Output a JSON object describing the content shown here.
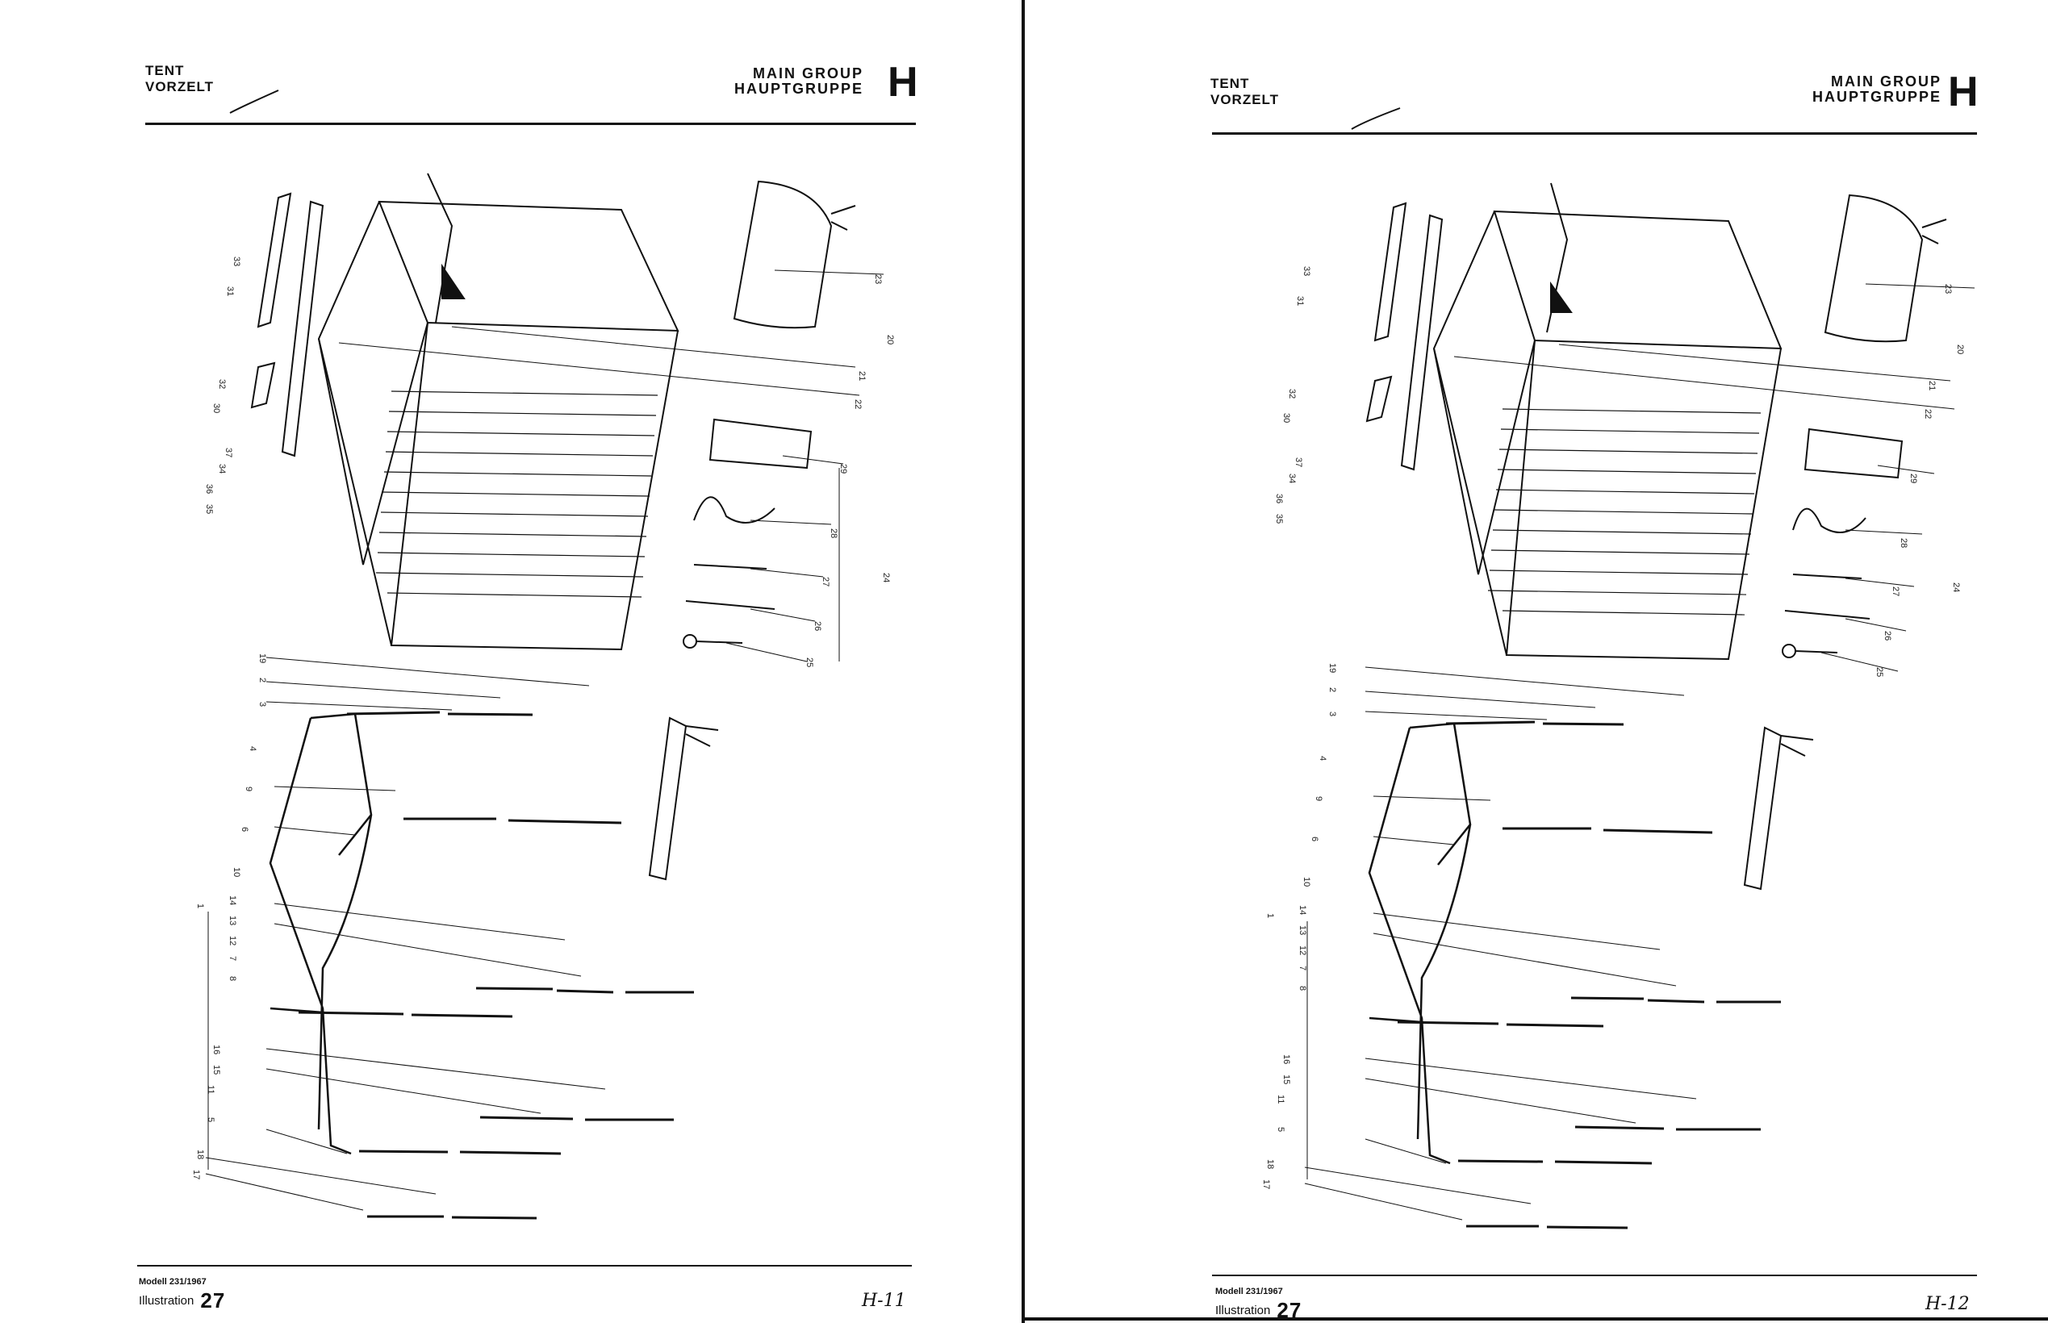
{
  "pages": [
    {
      "section_en": "TENT",
      "section_de": "VORZELT",
      "group_en": "MAIN GROUP",
      "group_de": "HAUPTGRUPPE",
      "group_letter": "H",
      "model": "Modell 231/1967",
      "illustration_label": "Illustration",
      "illustration_number": "27",
      "page_number": "H-11"
    },
    {
      "section_en": "TENT",
      "section_de": "VORZELT",
      "group_en": "MAIN GROUP",
      "group_de": "HAUPTGRUPPE",
      "group_letter": "H",
      "model": "Modell 231/1967",
      "illustration_label": "Illustration",
      "illustration_number": "27",
      "page_number": "H-12"
    }
  ],
  "callouts_tent": [
    "31",
    "33",
    "32",
    "30",
    "37",
    "34",
    "36",
    "35",
    "23",
    "20",
    "21",
    "22",
    "29",
    "28",
    "24",
    "27",
    "26",
    "25"
  ],
  "callouts_frame": [
    "19",
    "2",
    "3",
    "4",
    "9",
    "6",
    "10",
    "14",
    "13",
    "12",
    "1",
    "7",
    "8",
    "16",
    "15",
    "11",
    "5",
    "18",
    "17"
  ],
  "colors": {
    "ink": "#111111",
    "paper": "#ffffff"
  }
}
